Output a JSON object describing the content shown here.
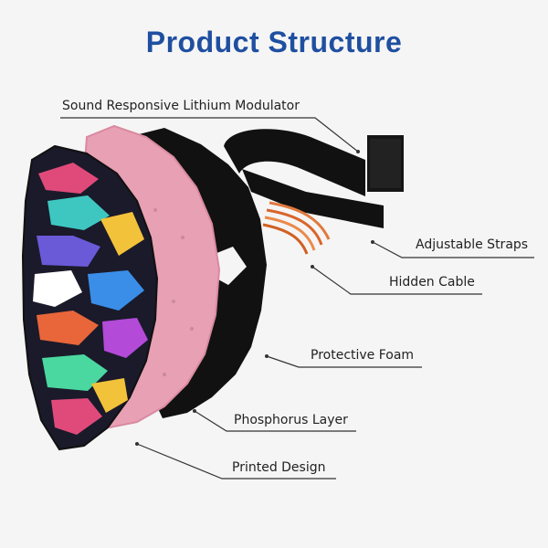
{
  "title": "Product Structure",
  "colors": {
    "title": "#1f4fa0",
    "foam": "#111111",
    "phosphor": "#e8a0b4",
    "cable": "#e07a3c"
  },
  "labels": [
    {
      "id": "modulator",
      "text": "Sound Responsive Lithium Modulator"
    },
    {
      "id": "straps",
      "text": "Adjustable Straps"
    },
    {
      "id": "cable",
      "text": "Hidden Cable"
    },
    {
      "id": "foam",
      "text": "Protective Foam"
    },
    {
      "id": "phosphor",
      "text": "Phosphorus Layer"
    },
    {
      "id": "design",
      "text": "Printed Design"
    }
  ]
}
